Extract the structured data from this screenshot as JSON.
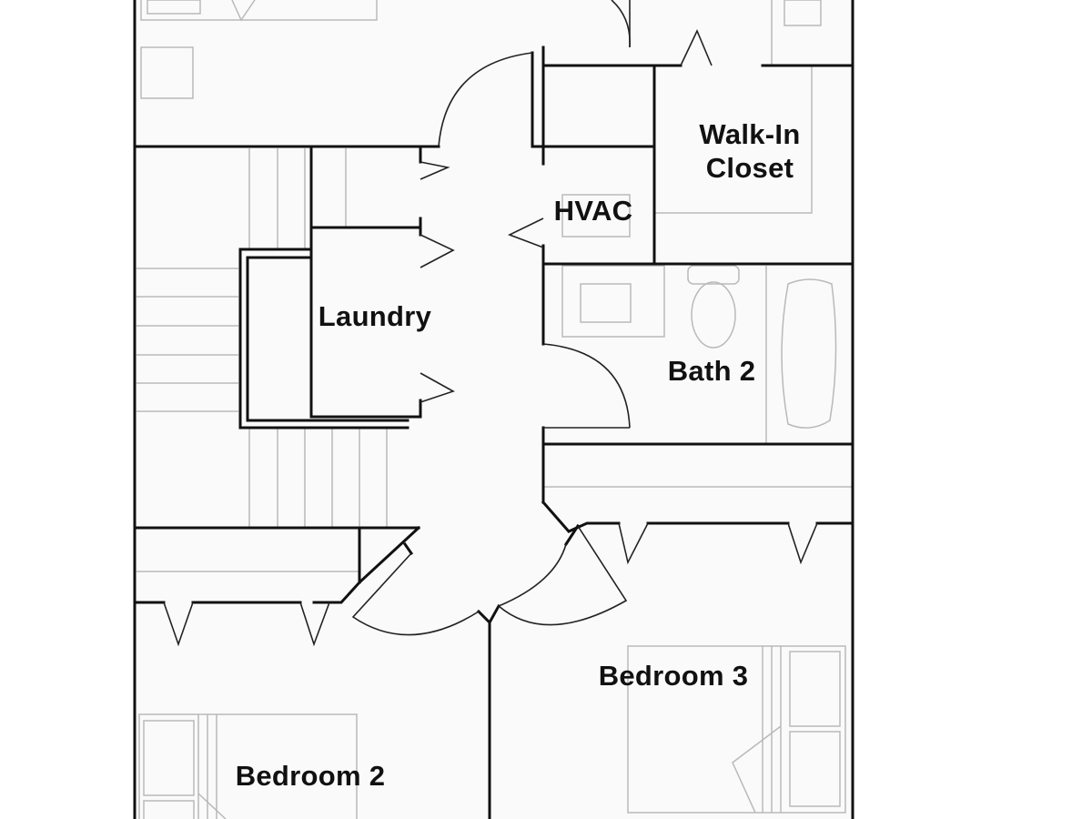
{
  "floor_plan": {
    "colors": {
      "background": "#fafafa",
      "walls": "#111111",
      "fixtures": "#b9b9b9"
    },
    "rooms": {
      "walk_in_closet": {
        "line1": "Walk-In",
        "line2": "Closet"
      },
      "hvac": {
        "label": "HVAC"
      },
      "laundry": {
        "label": "Laundry"
      },
      "bath_2": {
        "label": "Bath 2"
      },
      "bedroom_3": {
        "label": "Bedroom 3"
      },
      "bedroom_2": {
        "label": "Bedroom 2"
      }
    }
  }
}
